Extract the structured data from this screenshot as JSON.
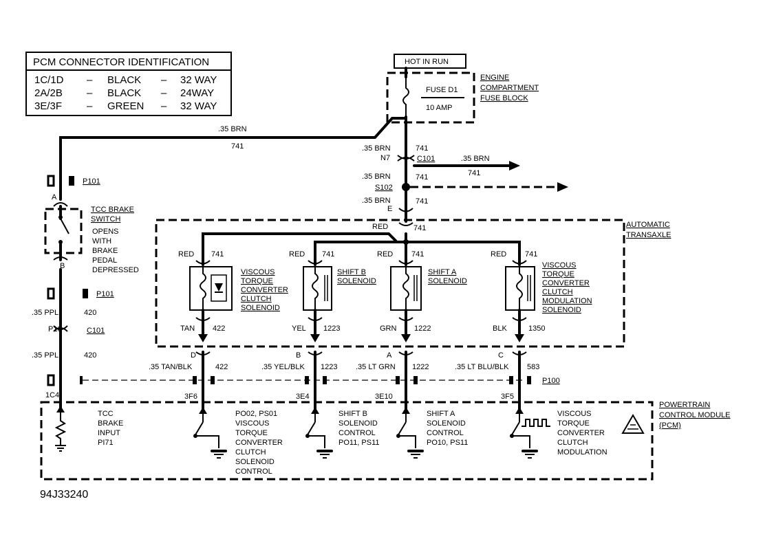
{
  "diagram_id": "94J33240",
  "pcm_table": {
    "title": "PCM CONNECTOR IDENTIFICATION",
    "rows": [
      {
        "conn": "1C/1D",
        "dash1": "–",
        "color": "BLACK",
        "dash2": "–",
        "ways": "32 WAY"
      },
      {
        "conn": "2A/2B",
        "dash1": "–",
        "color": "BLACK",
        "dash2": "–",
        "ways": "24WAY"
      },
      {
        "conn": "3E/3F",
        "dash1": "–",
        "color": "GREEN",
        "dash2": "–",
        "ways": "32 WAY"
      }
    ]
  },
  "power": {
    "hot_in_run": "HOT IN RUN",
    "fuse_name": "FUSE D1",
    "fuse_rating": "10 AMP",
    "fuse_block": [
      "ENGINE",
      "COMPARTMENT",
      "FUSE BLOCK"
    ]
  },
  "wires": {
    "top_brn": ".35 BRN",
    "top_741": "741",
    "n7_brn": ".35 BRN",
    "n7": "N7",
    "n7_741": "741",
    "c101": "C101",
    "branch_brn": ".35 BRN",
    "branch_741": "741",
    "s102_brn": ".35 BRN",
    "s102": "S102",
    "s102_741": "741",
    "e_brn": ".35 BRN",
    "e": "E",
    "e_741": "741",
    "red_top": "RED",
    "red_top_741": "741"
  },
  "left_circuit": {
    "p101_top": "P101",
    "a": "A",
    "b": "B",
    "switch_label": [
      "TCC BRAKE",
      "SWITCH"
    ],
    "switch_desc": [
      "OPENS",
      "WITH",
      "BRAKE",
      "PEDAL",
      "DEPRESSED"
    ],
    "p101_mid": "P101",
    "ppl_1": ".35 PPL",
    "w420_1": "420",
    "p10": "P10",
    "c101": "C101",
    "ppl_2": ".35 PPL",
    "w420_2": "420",
    "c4": "1C4"
  },
  "transaxle": {
    "label": [
      "AUTOMATIC",
      "TRANSAXLE"
    ],
    "solenoids": [
      {
        "top_color": "RED",
        "top_wire": "741",
        "name": [
          "VISCOUS",
          "TORQUE",
          "CONVERTER",
          "CLUTCH",
          "SOLENOID"
        ],
        "bot_color": "TAN",
        "bot_wire": "422",
        "pin": "D",
        "harness": ".35 TAN/BLK",
        "harness_wire": "422",
        "pcm_pin": "3F6"
      },
      {
        "top_color": "RED",
        "top_wire": "741",
        "name": [
          "SHIFT B",
          "SOLENOID"
        ],
        "bot_color": "YEL",
        "bot_wire": "1223",
        "pin": "B",
        "harness": ".35 YEL/BLK",
        "harness_wire": "1223",
        "pcm_pin": "3E4"
      },
      {
        "top_color": "RED",
        "top_wire": "741",
        "name": [
          "SHIFT A",
          "SOLENOID"
        ],
        "bot_color": "GRN",
        "bot_wire": "1222",
        "pin": "A",
        "harness": ".35 LT GRN",
        "harness_wire": "1222",
        "pcm_pin": "3E10"
      },
      {
        "top_color": "RED",
        "top_wire": "741",
        "name": [
          "VISCOUS",
          "TORQUE",
          "CONVERTER",
          "CLUTCH",
          "MODULATION",
          "SOLENOID"
        ],
        "bot_color": "BLK",
        "bot_wire": "1350",
        "pin": "C",
        "harness": ".35 LT BLU/BLK",
        "harness_wire": "583",
        "pcm_pin": "3F5"
      }
    ],
    "p100": "P100"
  },
  "pcm": {
    "label": [
      "POWERTRAIN",
      "CONTROL MODULE",
      "(PCM)"
    ],
    "inputs": [
      [
        "TCC",
        "BRAKE",
        "INPUT",
        "PI71"
      ],
      [
        "PO02, PS01",
        "VISCOUS",
        "TORQUE",
        "CONVERTER",
        "CLUTCH",
        "SOLENOID",
        "CONTROL"
      ],
      [
        "SHIFT B",
        "SOLENOID",
        "CONTROL",
        "PO11, PS11"
      ],
      [
        "SHIFT A",
        "SOLENOID",
        "CONTROL",
        "PO10, PS11"
      ],
      [
        "VISCOUS",
        "TORQUE",
        "CONVERTER",
        "CLUTCH",
        "MODULATION"
      ]
    ]
  }
}
